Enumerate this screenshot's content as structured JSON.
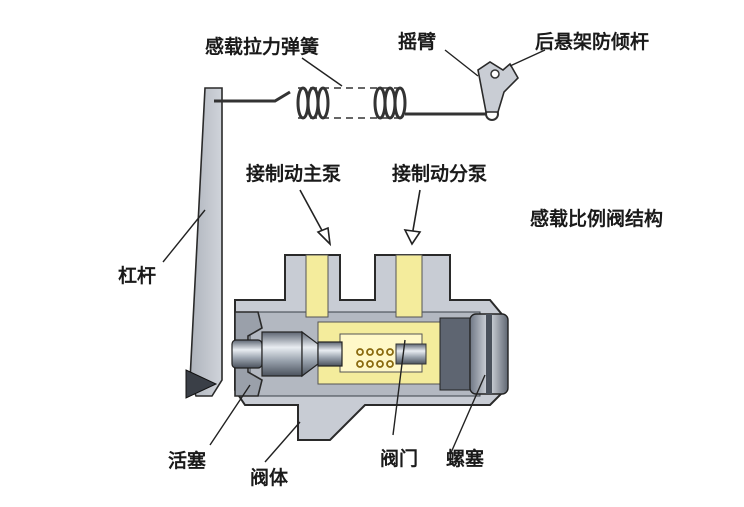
{
  "title": "感载比例阀结构",
  "labels": {
    "spring": "感载拉力弹簧",
    "arm": "摇臂",
    "rear_bar": "后悬架防倾杆",
    "to_master": "接制动主泵",
    "to_wheel": "接制动分泵",
    "lever": "杠杆",
    "piston": "活塞",
    "body": "阀体",
    "valve": "阀门",
    "plug": "螺塞"
  },
  "colors": {
    "housing": "#c8ccd4",
    "housing_dark": "#9aa0aa",
    "fluid": "#f4ec9c",
    "lever": "#b9bec7",
    "steel": "#7c8694"
  }
}
